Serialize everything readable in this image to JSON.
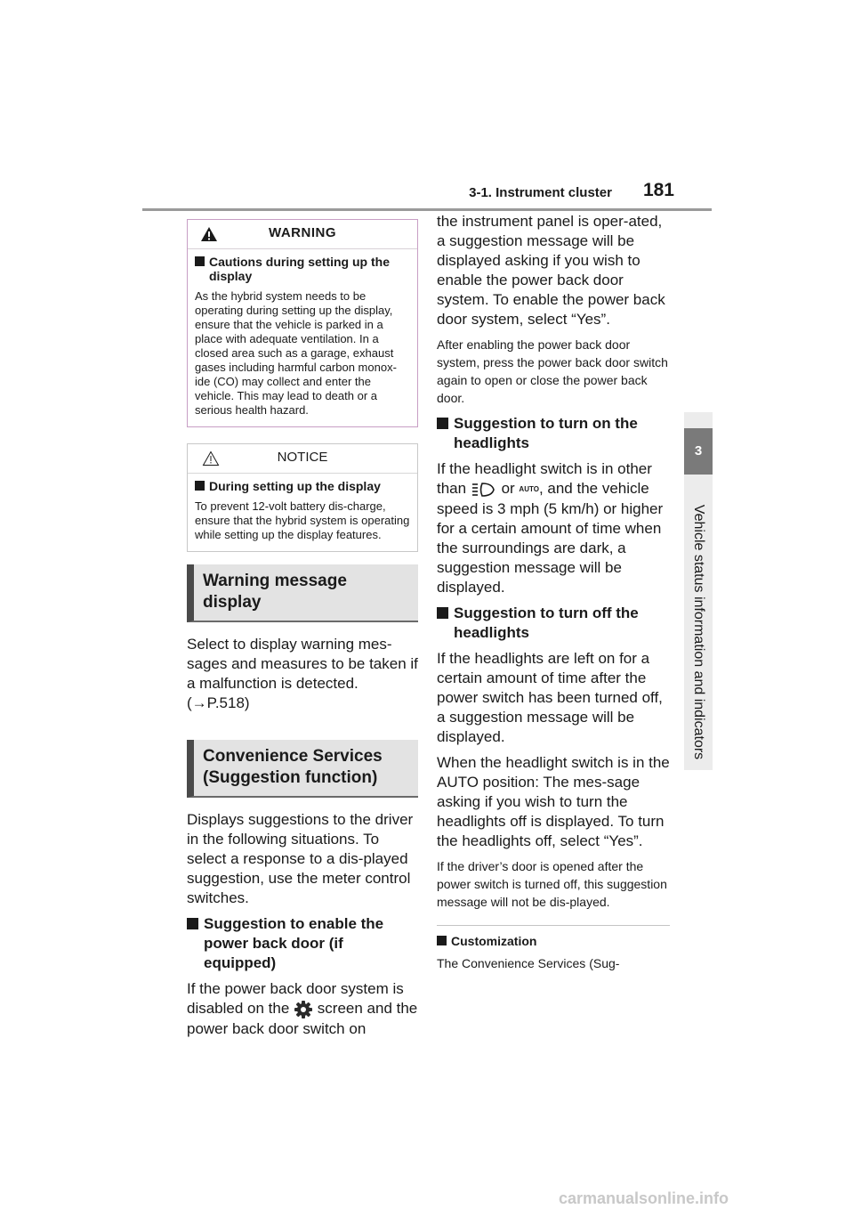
{
  "header": {
    "section": "3-1. Instrument cluster",
    "page_number": "181"
  },
  "side_tab": {
    "chapter_number": "3",
    "chapter_title": "Vehicle status information and indicators"
  },
  "warning_box": {
    "title": "WARNING",
    "subheading": "Cautions during setting up the display",
    "text": "As the hybrid system needs to be operating during setting up the display, ensure that the vehicle is parked in a place with adequate ventilation. In a closed area such as a garage, exhaust gases including harmful carbon monox-ide (CO) may collect and enter the vehicle. This may lead to death or a serious health hazard."
  },
  "notice_box": {
    "title": "NOTICE",
    "subheading": "During setting up the display",
    "text": "To prevent 12-volt battery dis-charge, ensure that the hybrid system is operating while setting up the display features."
  },
  "section_warning": {
    "heading": "Warning message display",
    "text_before": "Select to display warning mes-sages and measures to be taken if a malfunction is detected. (",
    "arrow": "→",
    "ref": "P.518",
    "text_after": ")"
  },
  "section_convenience": {
    "heading": "Convenience Services (Suggestion function)",
    "intro": "Displays suggestions to the driver in the following situations. To select a response to a dis-played suggestion, use the meter control switches."
  },
  "sub_back_door": {
    "heading": "Suggestion to enable the power back door (if equipped)",
    "text_a": "If the power back door system is disabled on the",
    "icon": "gear-icon",
    "text_b": "screen and the power back door switch on",
    "text_c": "the instrument panel is oper-ated, a suggestion message will be displayed asking if you wish to enable the power back door system. To enable the power back door system, select “Yes”.",
    "note": "After enabling the power back door system, press the power back door switch again to open or close the power back door."
  },
  "sub_lights_on": {
    "heading": "Suggestion to turn on the headlights",
    "text_a": "If the headlight switch is in other than",
    "icon_1": "parking-light-icon",
    "or": "or",
    "icon_2_text": "AUTO",
    "text_b": ", and the vehicle speed is 3 mph (5 km/h) or higher for a certain amount of time when the surroundings are dark, a suggestion message will be displayed."
  },
  "sub_lights_off": {
    "heading": "Suggestion to turn off the headlights",
    "text_1": "If the headlights are left on for a certain amount of time after the power switch has been turned off, a suggestion message will be displayed.",
    "text_2": "When the headlight switch is in the AUTO position: The mes-sage asking if you wish to turn the headlights off is displayed. To turn the headlights off, select “Yes”.",
    "note": "If the driver’s door is opened after the power switch is turned off, this suggestion message will not be dis-played."
  },
  "customization": {
    "heading": "Customization",
    "text": "The Convenience Services (Sug-"
  },
  "watermark": "carmanualsonline.info",
  "colors": {
    "warning_border": "#c89ec5",
    "heading_bar": "#e3e3e3",
    "heading_accent": "#4a4a4a",
    "side_tab": "#7a7a7a"
  }
}
